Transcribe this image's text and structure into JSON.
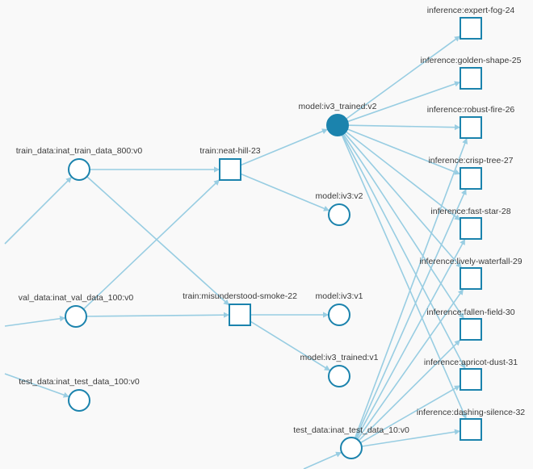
{
  "graph": {
    "colors": {
      "background": "#f9f9f9",
      "node_stroke": "#1b83ad",
      "node_fill": "#ffffff",
      "selected_fill": "#1b83ad",
      "edge": "#98cde2",
      "label": "#3a3a3a"
    },
    "nodes": [
      {
        "id": "train_data",
        "label": "train_data:inat_train_data_800:v0",
        "kind": "artifact"
      },
      {
        "id": "val_data",
        "label": "val_data:inat_val_data_100:v0",
        "kind": "artifact"
      },
      {
        "id": "test_data_100",
        "label": "test_data:inat_test_data_100:v0",
        "kind": "artifact"
      },
      {
        "id": "train_neat_hill",
        "label": "train:neat-hill-23",
        "kind": "run"
      },
      {
        "id": "train_misunderstood",
        "label": "train:misunderstood-smoke-22",
        "kind": "run"
      },
      {
        "id": "model_trained_v2",
        "label": "model:iv3_trained:v2",
        "kind": "artifact",
        "selected": true
      },
      {
        "id": "model_v2",
        "label": "model:iv3:v2",
        "kind": "artifact"
      },
      {
        "id": "model_v1",
        "label": "model:iv3:v1",
        "kind": "artifact"
      },
      {
        "id": "model_trained_v1",
        "label": "model:iv3_trained:v1",
        "kind": "artifact"
      },
      {
        "id": "test_data_10",
        "label": "test_data:inat_test_data_10:v0",
        "kind": "artifact"
      },
      {
        "id": "inf_expert_fog",
        "label": "inference:expert-fog-24",
        "kind": "run"
      },
      {
        "id": "inf_golden_shape",
        "label": "inference:golden-shape-25",
        "kind": "run"
      },
      {
        "id": "inf_robust_fire",
        "label": "inference:robust-fire-26",
        "kind": "run"
      },
      {
        "id": "inf_crisp_tree",
        "label": "inference:crisp-tree-27",
        "kind": "run"
      },
      {
        "id": "inf_fast_star",
        "label": "inference:fast-star-28",
        "kind": "run"
      },
      {
        "id": "inf_lively_waterfall",
        "label": "inference:lively-waterfall-29",
        "kind": "run"
      },
      {
        "id": "inf_fallen_field",
        "label": "inference:fallen-field-30",
        "kind": "run"
      },
      {
        "id": "inf_apricot_dust",
        "label": "inference:apricot-dust-31",
        "kind": "run"
      },
      {
        "id": "inf_dashing_silence",
        "label": "inference:dashing-silence-32",
        "kind": "run"
      }
    ],
    "edges": [
      {
        "from": "train_data",
        "to": "train_neat_hill"
      },
      {
        "from": "train_data",
        "to": "train_misunderstood"
      },
      {
        "from": "val_data",
        "to": "train_neat_hill"
      },
      {
        "from": "val_data",
        "to": "train_misunderstood"
      },
      {
        "from": "train_neat_hill",
        "to": "model_trained_v2"
      },
      {
        "from": "train_neat_hill",
        "to": "model_v2"
      },
      {
        "from": "train_misunderstood",
        "to": "model_v1"
      },
      {
        "from": "train_misunderstood",
        "to": "model_trained_v1"
      },
      {
        "from": "model_trained_v2",
        "to": "inf_expert_fog"
      },
      {
        "from": "model_trained_v2",
        "to": "inf_golden_shape"
      },
      {
        "from": "model_trained_v2",
        "to": "inf_robust_fire"
      },
      {
        "from": "model_trained_v2",
        "to": "inf_crisp_tree"
      },
      {
        "from": "model_trained_v2",
        "to": "inf_fast_star"
      },
      {
        "from": "model_trained_v2",
        "to": "inf_lively_waterfall"
      },
      {
        "from": "model_trained_v2",
        "to": "inf_fallen_field"
      },
      {
        "from": "model_trained_v2",
        "to": "inf_apricot_dust"
      },
      {
        "from": "model_trained_v2",
        "to": "inf_dashing_silence"
      },
      {
        "from": "test_data_10",
        "to": "inf_robust_fire"
      },
      {
        "from": "test_data_10",
        "to": "inf_crisp_tree"
      },
      {
        "from": "test_data_10",
        "to": "inf_fast_star"
      },
      {
        "from": "test_data_10",
        "to": "inf_lively_waterfall"
      },
      {
        "from": "test_data_10",
        "to": "inf_fallen_field"
      },
      {
        "from": "test_data_10",
        "to": "inf_apricot_dust"
      },
      {
        "from": "test_data_10",
        "to": "inf_dashing_silence"
      }
    ],
    "incoming_offscreen": [
      "train_data",
      "val_data",
      "test_data_100",
      "test_data_10"
    ]
  }
}
